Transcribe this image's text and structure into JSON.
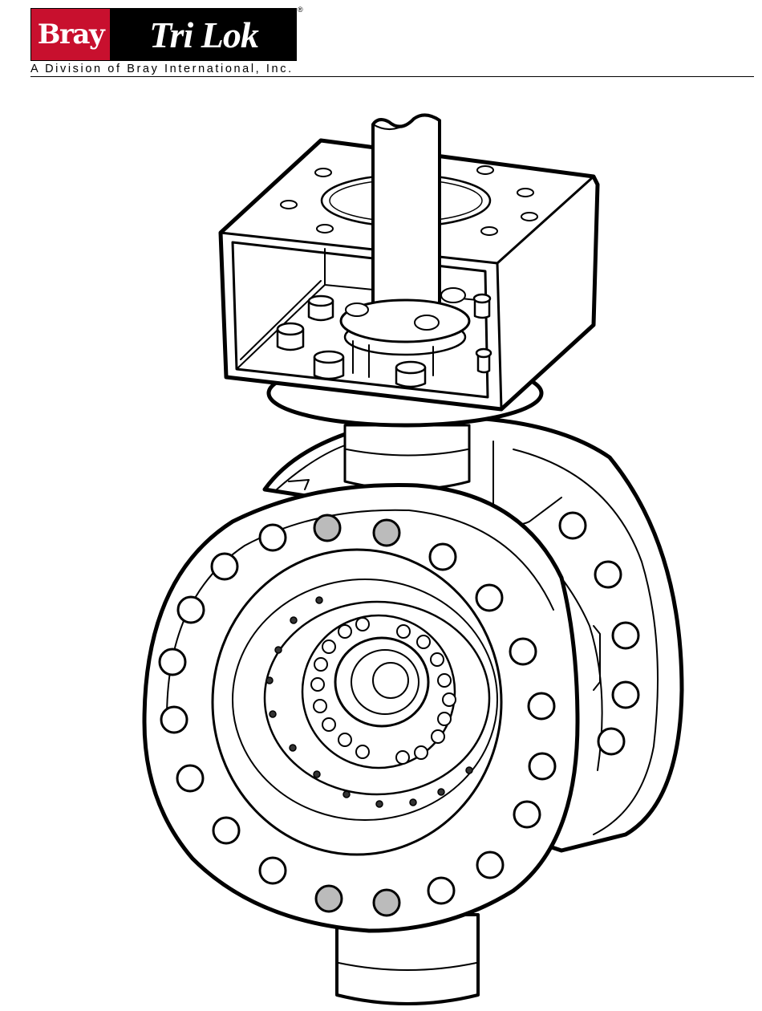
{
  "header": {
    "brand": "Bray",
    "product": "Tri Lok",
    "registered_mark": "®",
    "tagline": "A Division of Bray International, Inc.",
    "brand_color": "#c8102e",
    "product_bg_color": "#000000"
  },
  "illustration": {
    "icon": "triple-offset-butterfly-valve-icon"
  }
}
